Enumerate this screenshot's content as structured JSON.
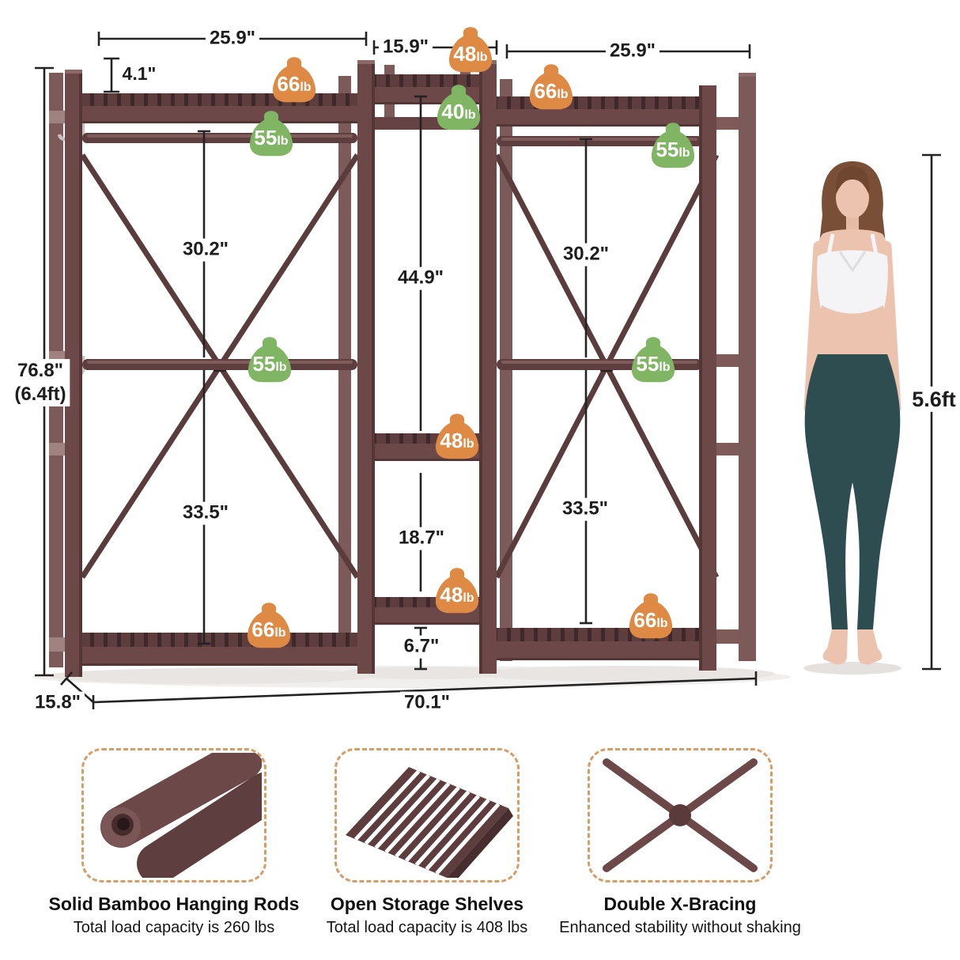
{
  "dimensions": {
    "top_left_width": "25.9\"",
    "top_middle_width": "15.9\"",
    "top_right_width": "25.9\"",
    "post_top_offset": "4.1\"",
    "left_upper_section": "30.2\"",
    "middle_upper_section": "44.9\"",
    "right_upper_section": "30.2\"",
    "overall_height": "76.8\"",
    "overall_height_ft": "(6.4ft)",
    "left_lower_section": "33.5\"",
    "middle_lower_section": "18.7\"",
    "right_lower_section": "33.5\"",
    "bottom_clearance": "6.7\"",
    "depth": "15.8\"",
    "overall_width": "70.1\"",
    "model_height": "5.6ft"
  },
  "load_badges": [
    {
      "value": "66",
      "unit": "lb",
      "color": "orange",
      "location": "left-top-shelf"
    },
    {
      "value": "55",
      "unit": "lb",
      "color": "green",
      "location": "left-top-rod"
    },
    {
      "value": "48",
      "unit": "lb",
      "color": "orange",
      "location": "middle-top-shelf"
    },
    {
      "value": "40",
      "unit": "lb",
      "color": "green",
      "location": "middle-upper-rail"
    },
    {
      "value": "66",
      "unit": "lb",
      "color": "orange",
      "location": "right-top-shelf"
    },
    {
      "value": "55",
      "unit": "lb",
      "color": "green",
      "location": "right-top-rod"
    },
    {
      "value": "55",
      "unit": "lb",
      "color": "green",
      "location": "left-middle-rod"
    },
    {
      "value": "55",
      "unit": "lb",
      "color": "green",
      "location": "right-middle-rod"
    },
    {
      "value": "48",
      "unit": "lb",
      "color": "orange",
      "location": "middle-center-shelf"
    },
    {
      "value": "48",
      "unit": "lb",
      "color": "orange",
      "location": "middle-lower-shelf"
    },
    {
      "value": "66",
      "unit": "lb",
      "color": "orange",
      "location": "left-bottom-shelf"
    },
    {
      "value": "66",
      "unit": "lb",
      "color": "orange",
      "location": "right-bottom-shelf"
    }
  ],
  "features": [
    {
      "title": "Solid Bamboo Hanging Rods",
      "subtitle": "Total load capacity is 260 lbs",
      "icon": "hanging-rods"
    },
    {
      "title": "Open Storage Shelves",
      "subtitle": "Total load capacity is 408 lbs",
      "icon": "slatted-shelf"
    },
    {
      "title": "Double X-Bracing",
      "subtitle": "Enhanced stability without shaking",
      "icon": "x-brace"
    }
  ],
  "colors": {
    "badge_orange": "#DE8A45",
    "badge_green": "#80B564",
    "wood": "#6D4849",
    "wood_dark": "#553637",
    "dimension_line": "#232323",
    "callout_border": "#D79D67",
    "leggings_teal": "#2E4D51"
  }
}
